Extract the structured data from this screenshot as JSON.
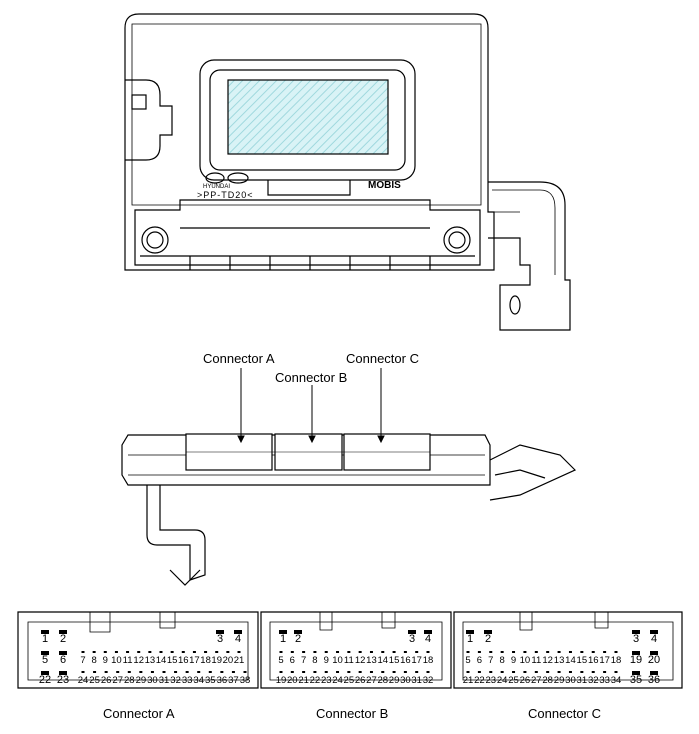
{
  "callouts": {
    "connector_a": "Connector A",
    "connector_b": "Connector B",
    "connector_c": "Connector C"
  },
  "module_marks": {
    "brand1": "HYUNDAI",
    "part_code": ">PP-TD20<",
    "maker": "MOBIS"
  },
  "captions": {
    "a": "Connector A",
    "b": "Connector B",
    "c": "Connector C"
  },
  "connectors": [
    {
      "id": "A",
      "row1_left": [
        "1",
        "2"
      ],
      "row1_right": [
        "3",
        "4"
      ],
      "row2_left": [
        "5",
        "6"
      ],
      "row2_mid": [
        "7",
        "8",
        "9",
        "10",
        "11",
        "12",
        "13",
        "14",
        "15",
        "16",
        "17",
        "18",
        "19",
        "20",
        "21"
      ],
      "row3_left": [
        "22",
        "23"
      ],
      "row3_mid": [
        "24",
        "25",
        "26",
        "27",
        "28",
        "29",
        "30",
        "31",
        "32",
        "33",
        "34",
        "35",
        "36",
        "37",
        "38"
      ]
    },
    {
      "id": "B",
      "row1_left": [
        "1",
        "2"
      ],
      "row1_right": [
        "3",
        "4"
      ],
      "row2_left": [],
      "row2_mid": [
        "5",
        "6",
        "7",
        "8",
        "9",
        "10",
        "11",
        "12",
        "13",
        "14",
        "15",
        "16",
        "17",
        "18"
      ],
      "row3_left": [],
      "row3_mid": [
        "19",
        "20",
        "21",
        "22",
        "23",
        "24",
        "25",
        "26",
        "27",
        "28",
        "29",
        "30",
        "31",
        "32"
      ]
    },
    {
      "id": "C",
      "row1_left": [
        "1",
        "2"
      ],
      "row1_right": [
        "3",
        "4"
      ],
      "row2_left": [],
      "row2_mid": [
        "5",
        "6",
        "7",
        "8",
        "9",
        "10",
        "11",
        "12",
        "13",
        "14",
        "15",
        "16",
        "17",
        "18"
      ],
      "row2_right": [
        "19",
        "20"
      ],
      "row3_left": [],
      "row3_mid": [
        "21",
        "22",
        "23",
        "24",
        "25",
        "26",
        "27",
        "28",
        "29",
        "30",
        "31",
        "32",
        "33",
        "34"
      ],
      "row3_right": [
        "35",
        "36"
      ]
    }
  ]
}
